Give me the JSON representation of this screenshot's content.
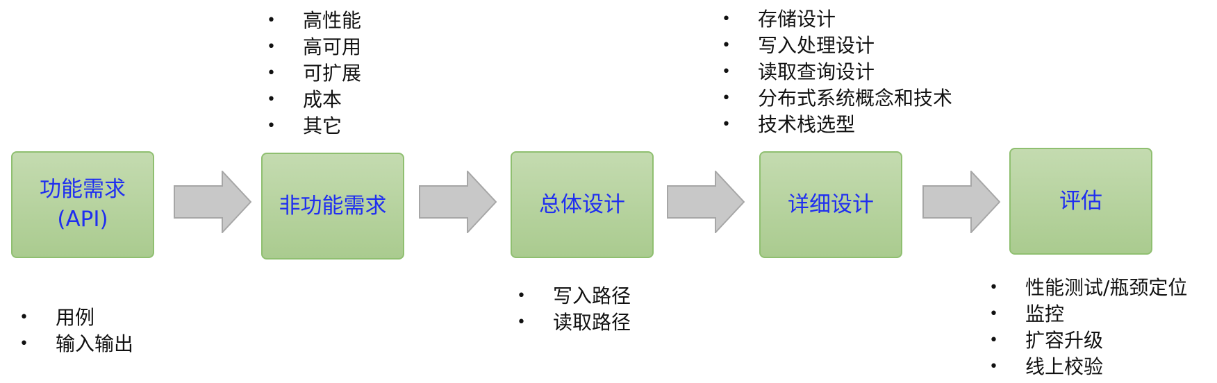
{
  "stages": [
    {
      "label": "功能需求\n(API)",
      "notes": [
        "用例",
        "输入输出"
      ]
    },
    {
      "label": "非功能需求",
      "notes": [
        "高性能",
        "高可用",
        "可扩展",
        "成本",
        "其它"
      ]
    },
    {
      "label": "总体设计",
      "notes": [
        "写入路径",
        "读取路径"
      ]
    },
    {
      "label": "详细设计",
      "notes": [
        "存储设计",
        "写入处理设计",
        "读取查询设计",
        "分布式系统概念和技术",
        "技术栈选型"
      ]
    },
    {
      "label": "评估",
      "notes": [
        "性能测试/瓶颈定位",
        "监控",
        "扩容升级",
        "线上校验"
      ]
    }
  ],
  "bullet_symbol": "•",
  "colors": {
    "box_fill": "#b5d39b",
    "box_border": "#8fbf70",
    "label_text": "#1f2ef0",
    "arrow_fill": "#c8c8c8",
    "arrow_stroke": "#a6a6a6"
  }
}
